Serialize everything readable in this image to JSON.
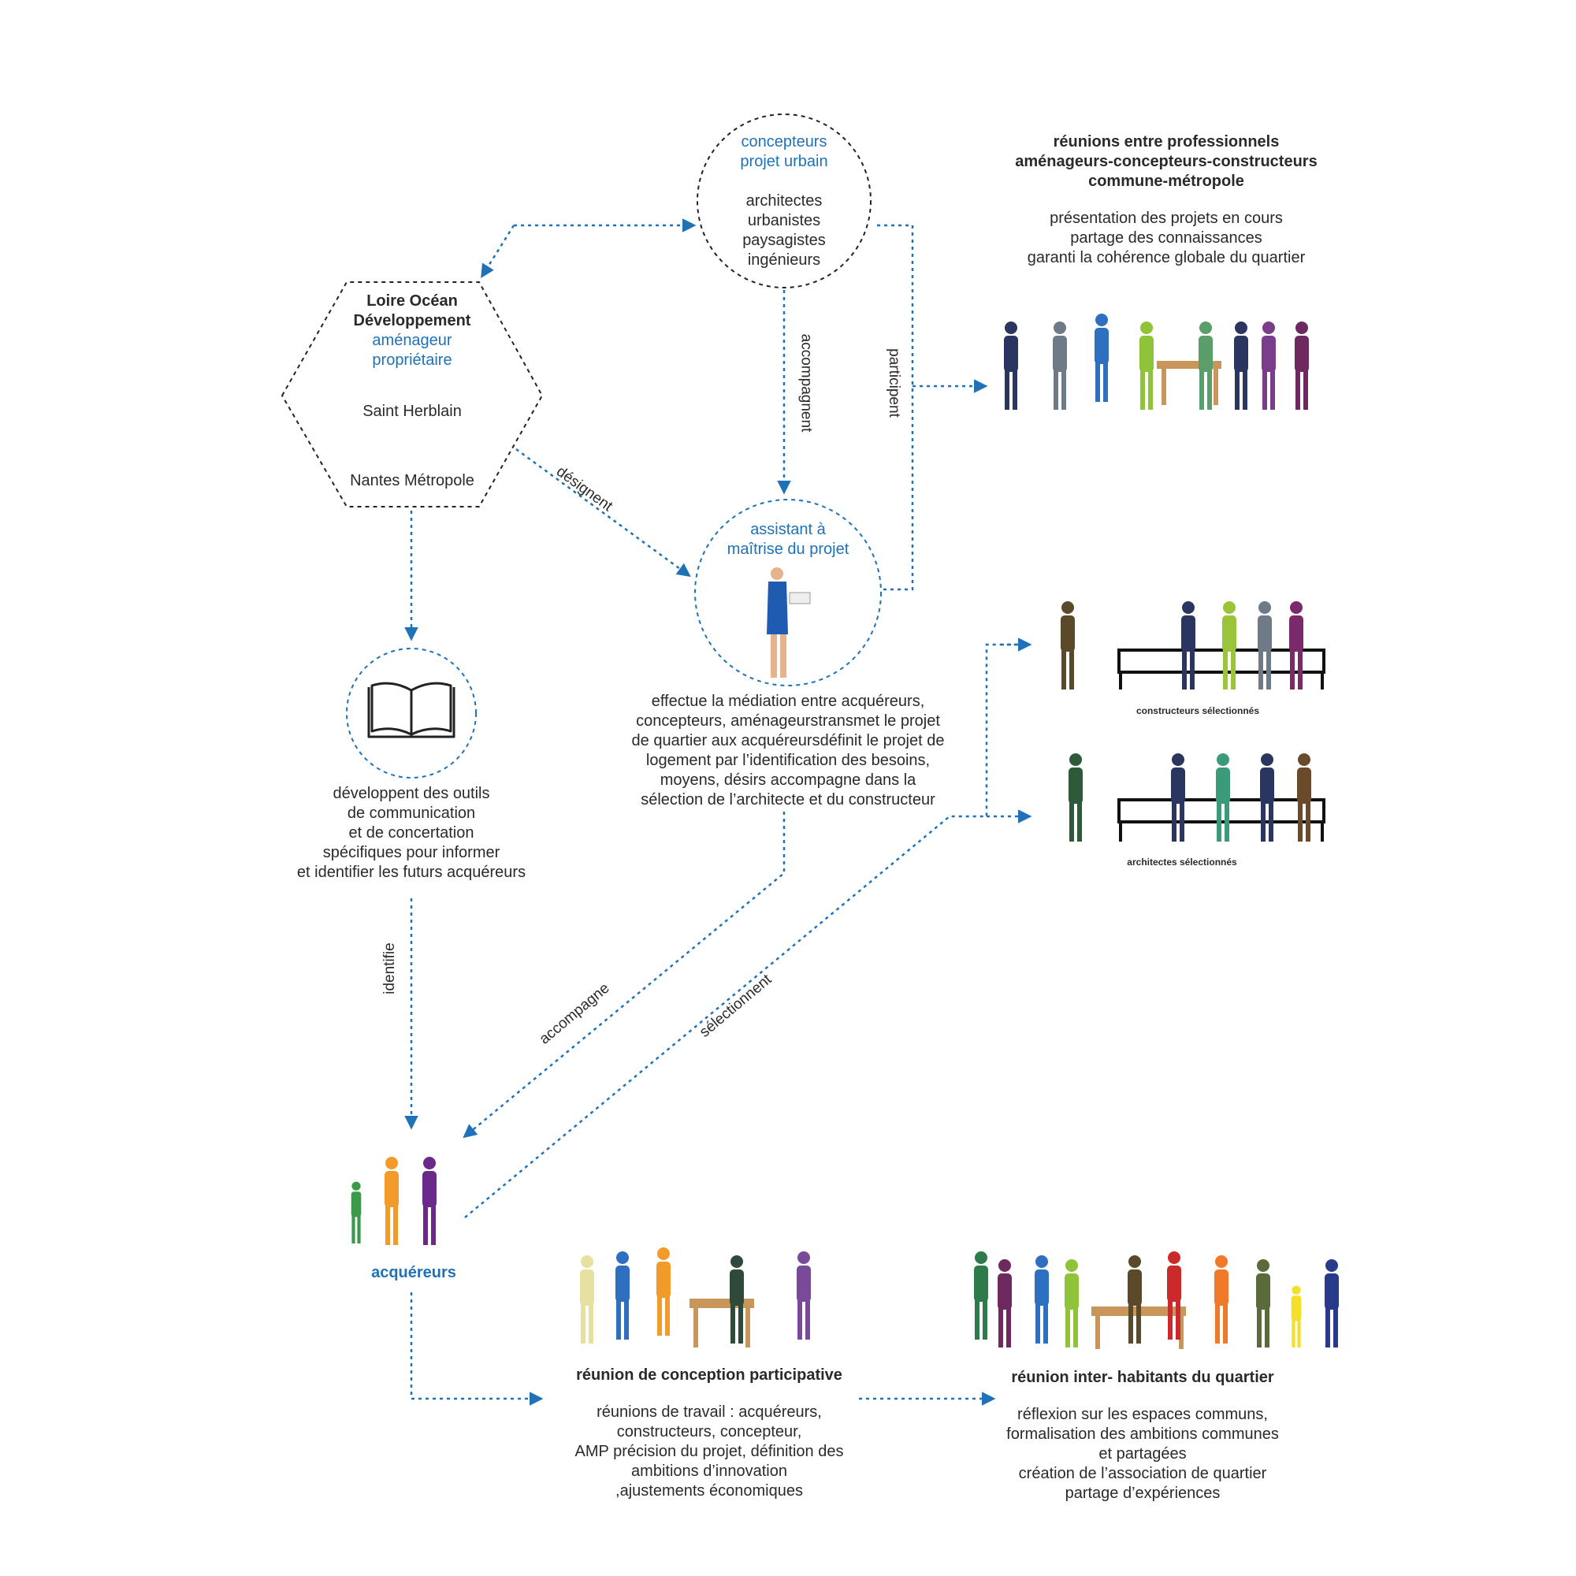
{
  "colors": {
    "accent": "#1f72b8",
    "text": "#2a2a2a",
    "connector": "#1f72b8"
  },
  "nodes": {
    "concepteurs": {
      "title": [
        "concepteurs",
        "projet urbain"
      ],
      "members": [
        "architectes",
        "urbanistes",
        "paysagistes",
        "ingénieurs"
      ]
    },
    "loire": {
      "name": [
        "Loire Océan",
        "Développement"
      ],
      "role": [
        "aménageur",
        "propriétaire"
      ],
      "place1": "Saint Herblain",
      "place2": "Nantes Métropole"
    },
    "assistant": {
      "title": [
        "assistant à",
        "maîtrise du projet"
      ],
      "description": [
        "effectue la médiation entre acquéreurs,",
        "concepteurs, aménageurstransmet le projet",
        "de quartier aux acquéreursdéfinit le projet de",
        "logement par l’identification des besoins,",
        "moyens, désirs accompagne dans la",
        "sélection de l’architecte et du constructeur"
      ]
    },
    "outils": {
      "icon": "open-book-icon",
      "description": [
        "développent des outils",
        "de communication",
        "et de concertation",
        "spécifiques pour informer",
        "et identifier les futurs acquéreurs"
      ]
    },
    "acquereurs": {
      "label": "acquéreurs"
    }
  },
  "groups": {
    "reunions_pro": {
      "title": [
        "réunions entre professionnels",
        "aménageurs-concepteurs-constructeurs",
        "commune-métropole"
      ],
      "description": [
        "présentation des projets en cours",
        "partage des connaissances",
        "garanti la cohérence globale du quartier"
      ]
    },
    "constructeurs": {
      "caption": "constructeurs sélectionnés"
    },
    "architectes": {
      "caption": "architectes sélectionnés"
    },
    "conception": {
      "title": "réunion de conception participative",
      "description": [
        "réunions de travail : acquéreurs,",
        "constructeurs, concepteur,",
        "AMP précision du projet, définition des",
        "ambitions d’innovation",
        ",ajustements économiques"
      ]
    },
    "inter_habitants": {
      "title": "réunion inter- habitants du quartier",
      "description": [
        "réflexion sur les espaces communs,",
        "formalisation des ambitions communes",
        "et partagées",
        "création de l’association de quartier",
        "partage d’expériences"
      ]
    }
  },
  "edges": {
    "accompagnent": "accompagnent",
    "participent": "participent",
    "designent": "désignent",
    "identifie": "identifie",
    "accompagne": "accompagne",
    "selectionnent": "sélectionnent"
  }
}
